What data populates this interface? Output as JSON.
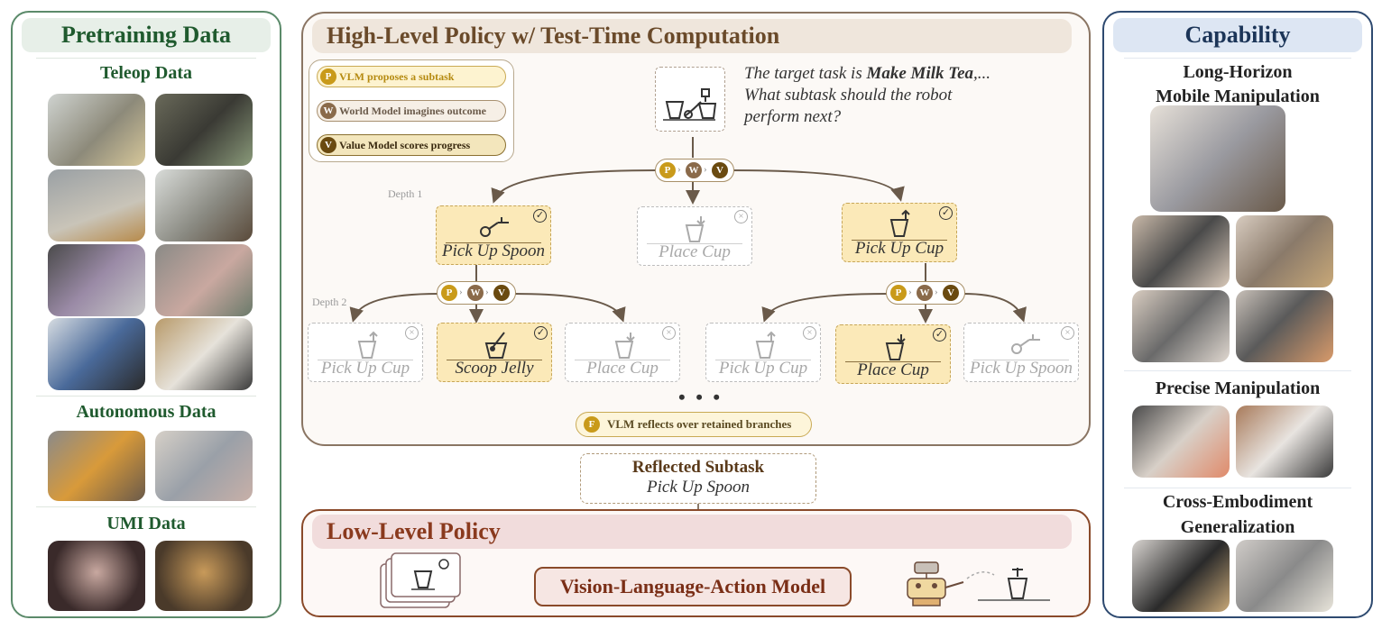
{
  "pretraining": {
    "title": "Pretraining Data",
    "teleop": "Teleop Data",
    "autonomous": "Autonomous Data",
    "umi": "UMI Data"
  },
  "high_level": {
    "title": "High-Level Policy w/ Test-Time Computation",
    "legend": [
      {
        "letter": "P",
        "text": "VLM proposes a subtask"
      },
      {
        "letter": "W",
        "text": "World Model imagines outcome"
      },
      {
        "letter": "V",
        "text": "Value Model scores progress"
      }
    ],
    "prompt_pre": "The target task is ",
    "prompt_task": "Make Milk Tea",
    "prompt_post": ",... What subtask should the robot perform next?",
    "depth1": "Depth 1",
    "depth2": "Depth 2",
    "pwv": {
      "p": "P",
      "w": "W",
      "v": "V"
    },
    "depth1_nodes": [
      {
        "label": "Pick Up Spoon",
        "retained": true
      },
      {
        "label": "Place Cup",
        "retained": false
      },
      {
        "label": "Pick Up Cup",
        "retained": true
      }
    ],
    "depth2_nodes": [
      {
        "label": "Pick Up Cup",
        "retained": false
      },
      {
        "label": "Scoop Jelly",
        "retained": true
      },
      {
        "label": "Place Cup",
        "retained": false
      },
      {
        "label": "Pick Up Cup",
        "retained": false
      },
      {
        "label": "Place Cup",
        "retained": true
      },
      {
        "label": "Pick Up Spoon",
        "retained": false
      }
    ],
    "ellipsis": "• • •",
    "reflect": {
      "letter": "F",
      "text": "VLM reflects over retained branches"
    }
  },
  "reflected": {
    "title": "Reflected Subtask",
    "subtask": "Pick Up Spoon"
  },
  "low_level": {
    "title": "Low-Level Policy",
    "model": "Vision-Language-Action Model"
  },
  "capability": {
    "title": "Capability",
    "long_horizon_1": "Long-Horizon",
    "long_horizon_2": "Mobile Manipulation",
    "precise": "Precise Manipulation",
    "cross_1": "Cross-Embodiment",
    "cross_2": "Generalization"
  },
  "colors": {
    "pretrain_green": "#1f5a2e",
    "capability_blue": "#1c3558",
    "high_level_brown": "#6a4a2a",
    "low_level_red": "#8a3a1e",
    "retained_fill": "#fbe9b8",
    "p_gold": "#c99a1a",
    "w_brown": "#8a6a4a",
    "v_dark": "#6a4a10"
  }
}
